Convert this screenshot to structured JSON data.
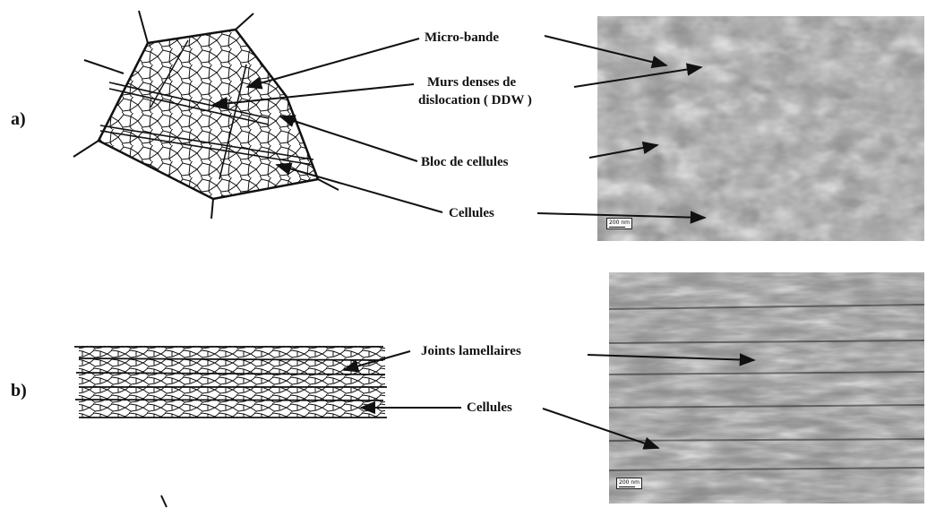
{
  "panels": {
    "a": {
      "letter": "a)",
      "labels": {
        "micro_bande": "Micro-bande",
        "ddw_line1": "Murs denses de",
        "ddw_line2": "dislocation ( DDW )",
        "bloc": "Bloc de cellules",
        "cellules": "Cellules"
      },
      "scale_bar": "200 nm"
    },
    "b": {
      "letter": "b)",
      "labels": {
        "joints": "Joints lamellaires",
        "cellules": "Cellules"
      },
      "scale_bar": "200 nm"
    }
  },
  "colors": {
    "ink": "#111111",
    "micro_dark": "#2a2a2a",
    "micro_light": "#d8d8d8"
  }
}
